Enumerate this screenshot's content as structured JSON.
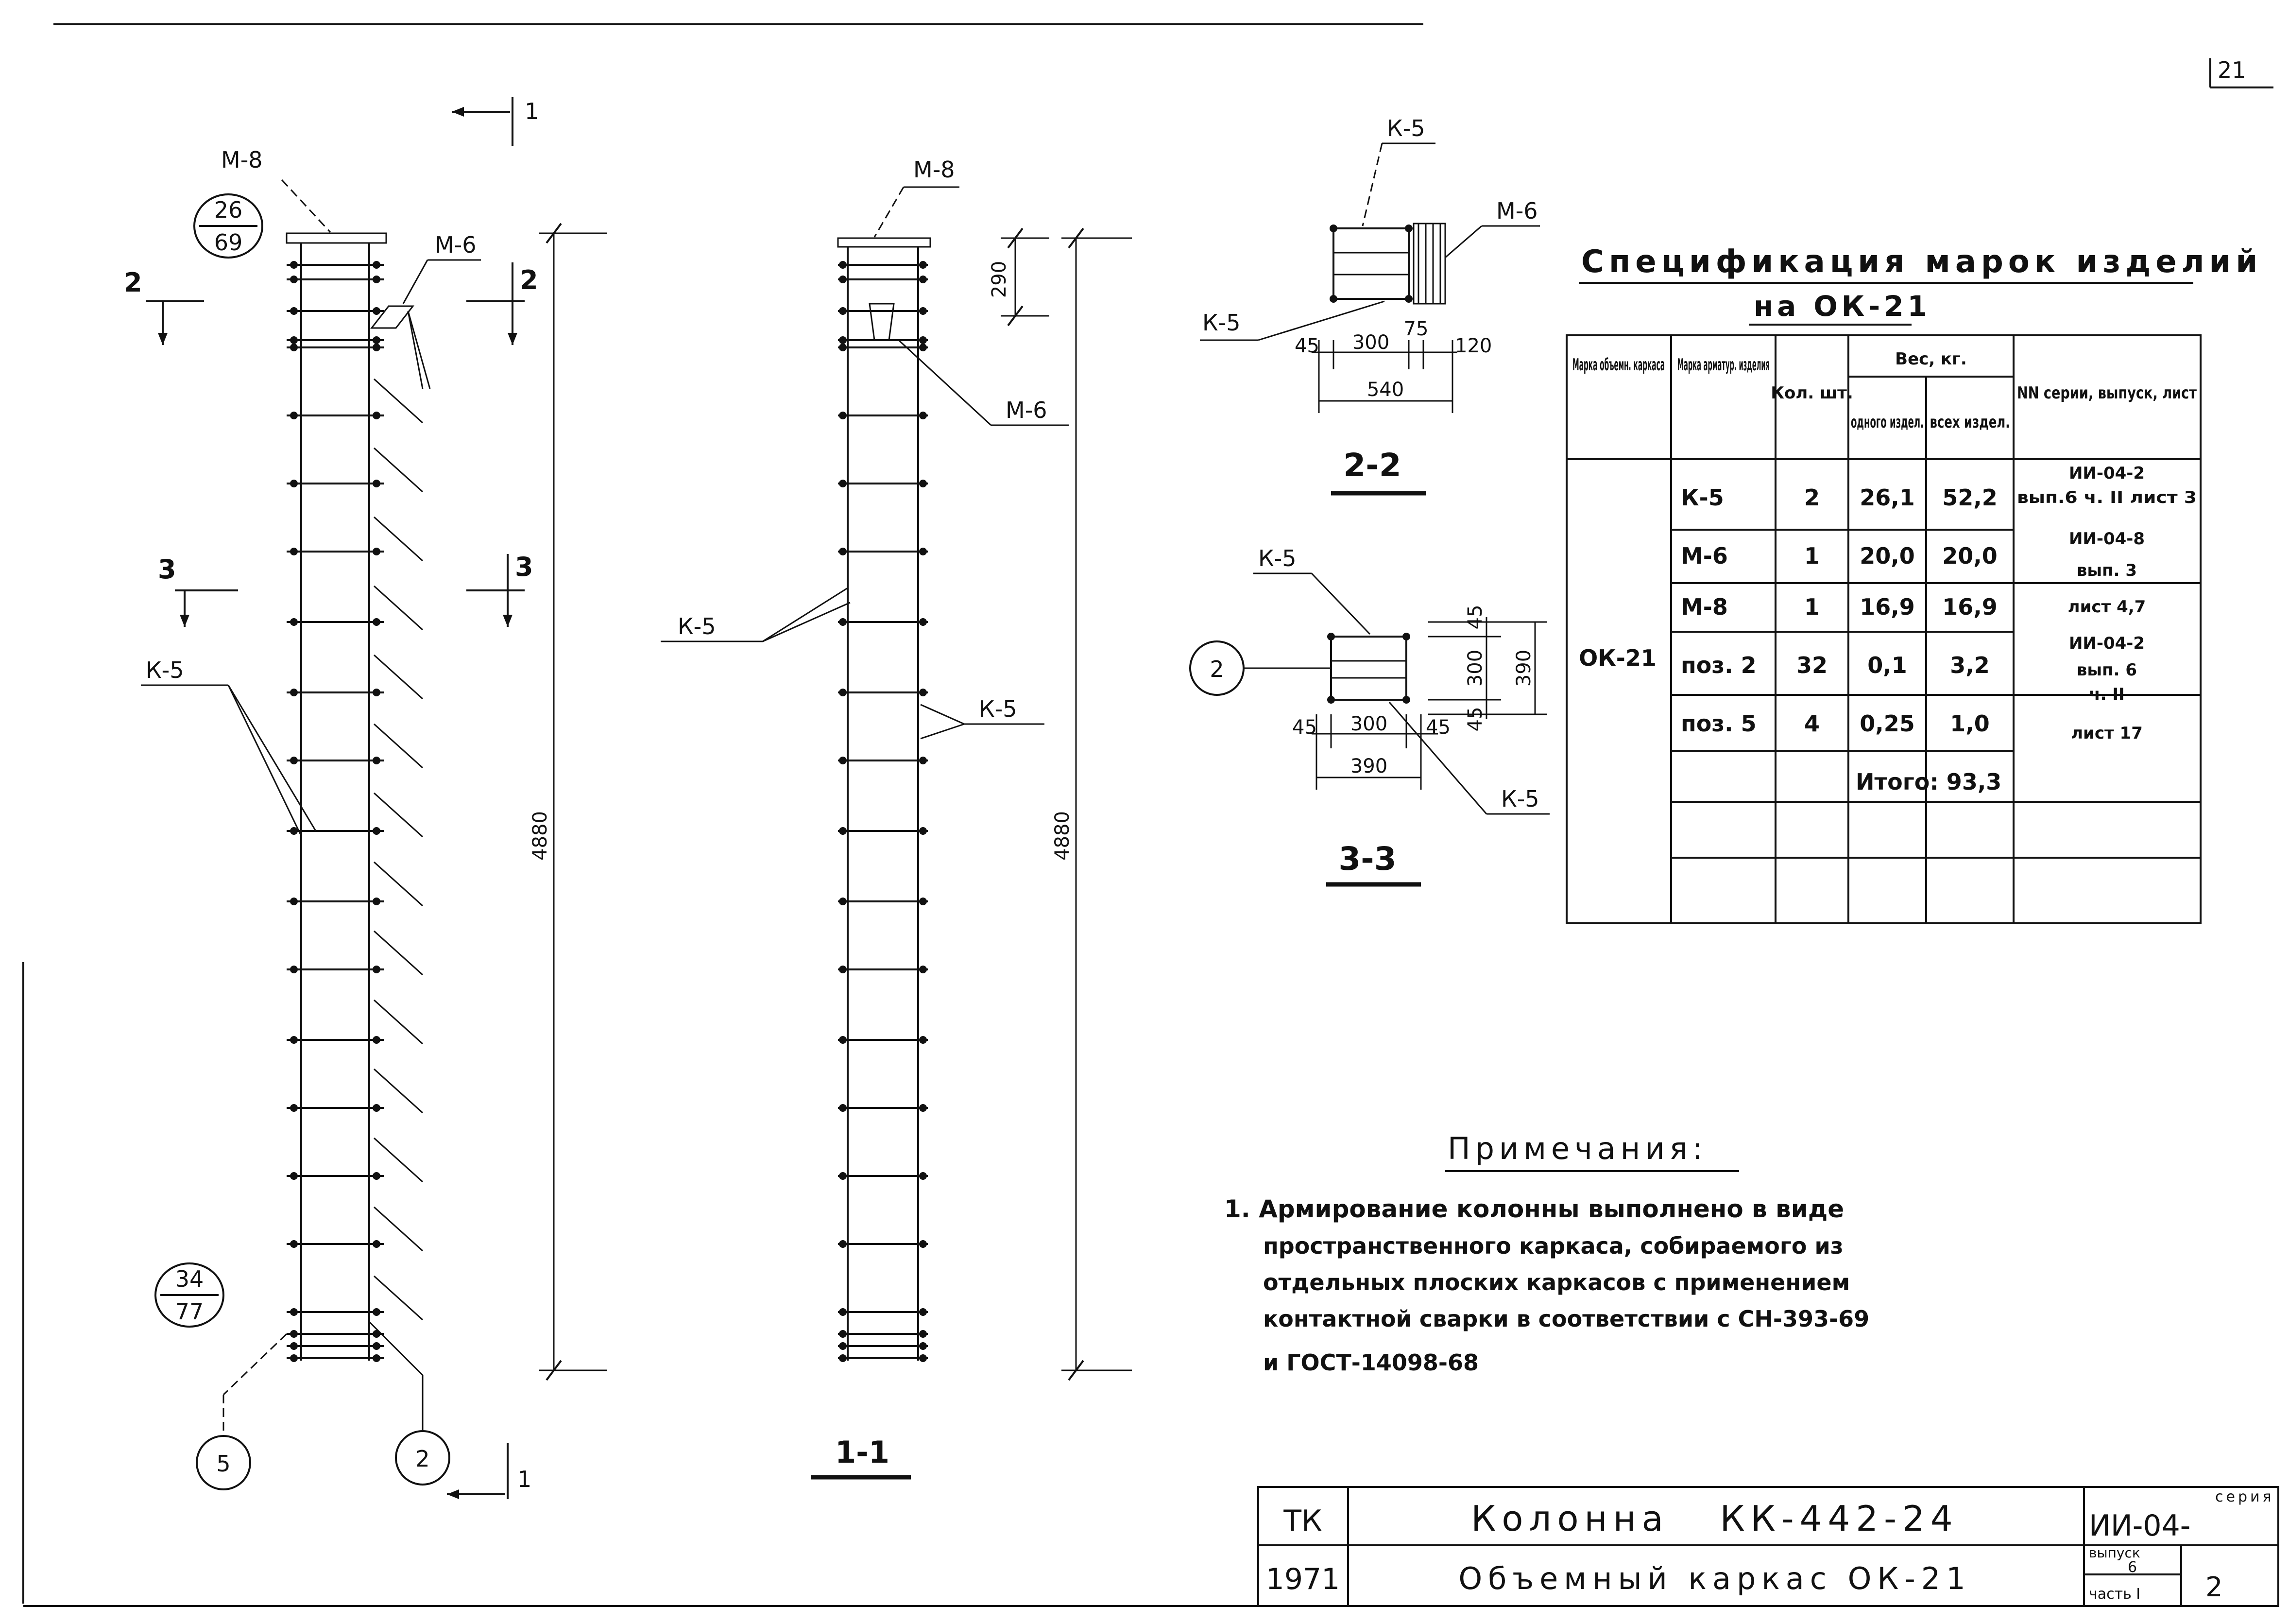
{
  "sheet_corner": "21",
  "views": {
    "elevation": {
      "labels": {
        "m8": "М-8",
        "m6": "М-6",
        "k5": "К-5",
        "sec1": "1",
        "sec2": "2",
        "sec3": "3",
        "dim_height": "4880"
      },
      "ref_top": {
        "num": "26",
        "den": "69"
      },
      "ref_bottom": {
        "num": "34",
        "den": "77"
      },
      "callouts": [
        "5",
        "2"
      ]
    },
    "section_1_1": {
      "title": "1-1",
      "labels": {
        "m8": "М-8",
        "m6": "М-6",
        "k5_left": "К-5",
        "k5_right": "К-5",
        "dim_top": "290",
        "dim_height": "4880"
      }
    },
    "section_2_2": {
      "title": "2-2",
      "labels": {
        "k5_top": "К-5",
        "k5_left": "К-5",
        "m6": "М-6"
      },
      "dims": [
        "45",
        "300",
        "75",
        "120",
        "540"
      ]
    },
    "section_3_3": {
      "title": "3-3",
      "labels": {
        "k5_top": "К-5",
        "k5_bottom": "К-5",
        "callout": "2"
      },
      "dims_h": [
        "45",
        "300",
        "45",
        "390"
      ],
      "dims_v": [
        "45",
        "300",
        "45",
        "390"
      ]
    }
  },
  "spec": {
    "title": "Спецификация марок изделий",
    "subtitle": "на ОК-21",
    "headers": {
      "frame_mark": "Марка объемн. каркаса",
      "item_mark": "Марка арматур. изделия",
      "qty": "Кол. шт.",
      "weight": "Вес, кг.",
      "weight_one": "одного издел.",
      "weight_all": "всех издел.",
      "series": "NN серии, выпуск, лист"
    },
    "frame": "ОК-21",
    "rows": [
      {
        "mark": "К-5",
        "qty": "2",
        "one": "26,1",
        "all": "52,2"
      },
      {
        "mark": "М-6",
        "qty": "1",
        "one": "20,0",
        "all": "20,0"
      },
      {
        "mark": "М-8",
        "qty": "1",
        "one": "16,9",
        "all": "16,9"
      },
      {
        "mark": "поз. 2",
        "qty": "32",
        "one": "0,1",
        "all": "3,2"
      },
      {
        "mark": "поз. 5",
        "qty": "4",
        "one": "0,25",
        "all": "1,0"
      }
    ],
    "series_refs": [
      [
        "ИИ-04-2",
        "вып.6 ч. II лист 3"
      ],
      [
        "ИИ-04-8",
        "вып. 3",
        "лист 4,7"
      ],
      [
        "ИИ-04-2",
        "вып. 6",
        "ч. II",
        "лист 17"
      ]
    ],
    "total": "Итого: 93,3"
  },
  "notes": {
    "title": "Примечания:",
    "lines": [
      "1. Армирование колонны выполнено в виде",
      "пространственного каркаса, собираемого из",
      "отдельных плоских каркасов с применением",
      "контактной сварки в соответствии с СН-393-69",
      "и ГОСТ-14098-68"
    ]
  },
  "title_block": {
    "org": "ТК",
    "year": "1971",
    "name": "Колонна   КК-442-24",
    "subname": "Объемный каркас ОК-21",
    "series_label": "серия",
    "series": "ИИ-04-",
    "issue_label": "выпуск",
    "issue": "6",
    "part": "часть I",
    "sheet": "2"
  }
}
